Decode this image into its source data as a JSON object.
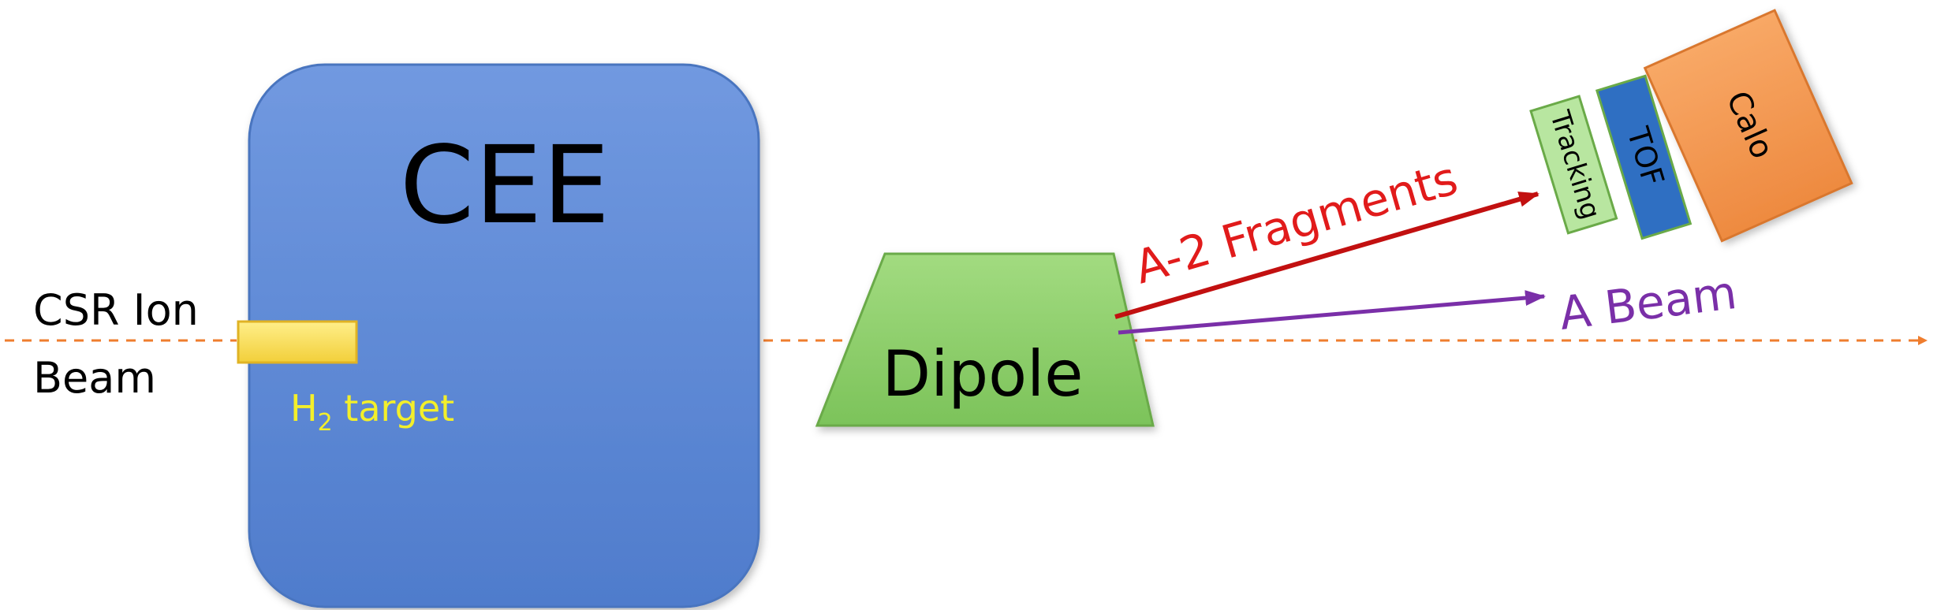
{
  "beam_label": {
    "line1": "CSR Ion",
    "line2": "Beam"
  },
  "detector": {
    "label": "CEE",
    "color": "#5b87d6"
  },
  "target": {
    "symbol": "H",
    "subscript": "2",
    "suffix": " target",
    "color": "#f0e24a",
    "label_color": "#f3ef2a"
  },
  "magnet": {
    "label": "Dipole",
    "color": "#8fd16e"
  },
  "fragments": {
    "label": "A-2 Fragments",
    "color": "#e11b1b"
  },
  "a_beam": {
    "label": "A Beam",
    "color": "#7a2fa8"
  },
  "modules": {
    "tracking": {
      "label": "Tracking",
      "color": "#b8e6a0"
    },
    "tof": {
      "label": "TOF",
      "color": "#2f6fc2"
    },
    "calo": {
      "label": "Calo",
      "color": "#f59a55"
    }
  },
  "beamline_color": "#ef7d2e"
}
